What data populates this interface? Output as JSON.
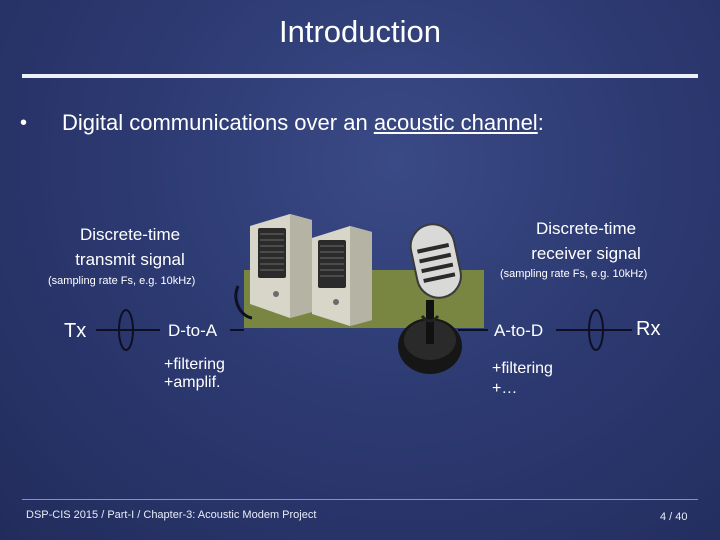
{
  "slide": {
    "title": "Introduction",
    "bullet": {
      "marker": "•",
      "text_before": "Digital communications over an ",
      "text_link": "acoustic channel",
      "text_after": ":"
    },
    "tx_label": {
      "line1": "Discrete-time",
      "line2": "transmit signal",
      "note": "(sampling rate Fs, e.g. 10kHz)"
    },
    "rx_label": {
      "line1": "Discrete-time",
      "line2": "receiver signal",
      "note": "(sampling rate Fs, e.g. 10kHz)"
    },
    "blocks": {
      "tx": "Tx",
      "dac": "D-to-A",
      "dac_note1": "+filtering",
      "dac_note2": "+amplif.",
      "adc": "A-to-D",
      "adc_note1": "+filtering",
      "adc_note2": "+…",
      "rx": "Rx"
    },
    "footer": "DSP-CIS  2015  /  Part-I  /  Chapter-3: Acoustic Modem Project",
    "page": "4 / 40"
  }
}
